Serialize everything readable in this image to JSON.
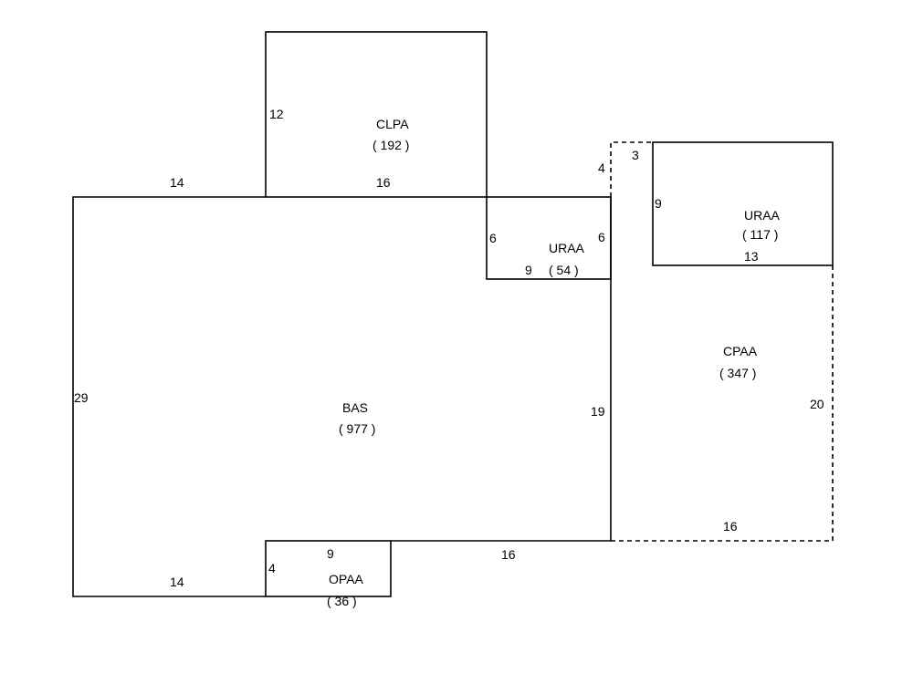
{
  "areas": {
    "clpa": {
      "label": "CLPA",
      "value": "( 192 )"
    },
    "uraa_small": {
      "label": "URAA",
      "value": "( 54 )"
    },
    "uraa_large": {
      "label": "URAA",
      "value": "( 117 )"
    },
    "cpaa": {
      "label": "CPAA",
      "value": "( 347 )"
    },
    "bas": {
      "label": "BAS",
      "value": "( 977 )"
    },
    "opaa": {
      "label": "OPAA",
      "value": "( 36 )"
    }
  },
  "dimensions": {
    "bas_top_left": "14",
    "clpa_bottom": "16",
    "clpa_left": "12",
    "cpaa_top_left": "4",
    "cpaa_top": "3",
    "uraa_large_left": "9",
    "uraa_large_bottom": "13",
    "uraa_small_left": "6",
    "uraa_small_right": "6",
    "uraa_small_bottom": "9",
    "bas_left": "29",
    "bas_right": "19",
    "cpaa_right": "20",
    "cpaa_bottom": "16",
    "bas_bottom_right": "16",
    "bas_bottom_left": "14",
    "opaa_top": "9",
    "opaa_left": "4"
  },
  "colors": {
    "line": "#000000",
    "background": "#ffffff"
  }
}
